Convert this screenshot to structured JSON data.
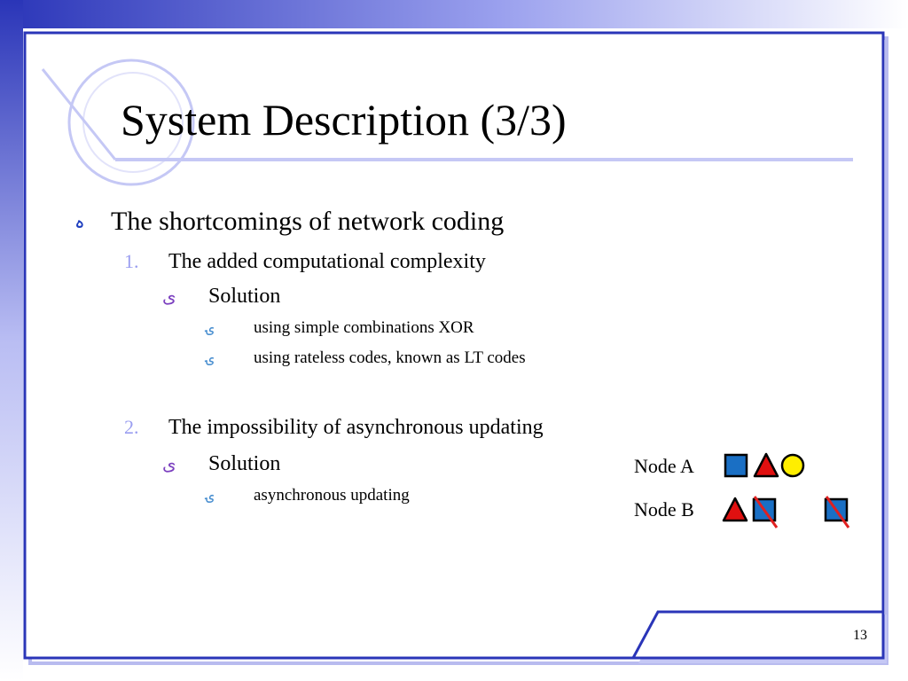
{
  "slide": {
    "title": "System Description (3/3)",
    "page_number": "13"
  },
  "outline": {
    "item1": {
      "marker": "ہ",
      "text": "The shortcomings of network coding"
    },
    "item1_1": {
      "marker": "1.",
      "text": "The added computational complexity"
    },
    "item1_1_1": {
      "marker": "ی",
      "text": "Solution"
    },
    "item1_1_1_a": {
      "marker": "ۍ",
      "text": "using simple combinations XOR"
    },
    "item1_1_1_b": {
      "marker": "ۍ",
      "text": "using rateless codes, known as LT codes"
    },
    "item1_2": {
      "marker": "2.",
      "text": "The impossibility of asynchronous updating"
    },
    "item1_2_1": {
      "marker": "ی",
      "text": "Solution"
    },
    "item1_2_1_a": {
      "marker": "ۍ",
      "text": "asynchronous updating"
    }
  },
  "diagram": {
    "node_a_label": "Node A",
    "node_b_label": "Node B",
    "colors": {
      "square": "#1a6fc4",
      "triangle": "#e01010",
      "circle": "#ffee00",
      "strike": "#e02020"
    }
  },
  "theme": {
    "frame_color": "#2a35b8",
    "accent_light": "#c8caf5"
  }
}
